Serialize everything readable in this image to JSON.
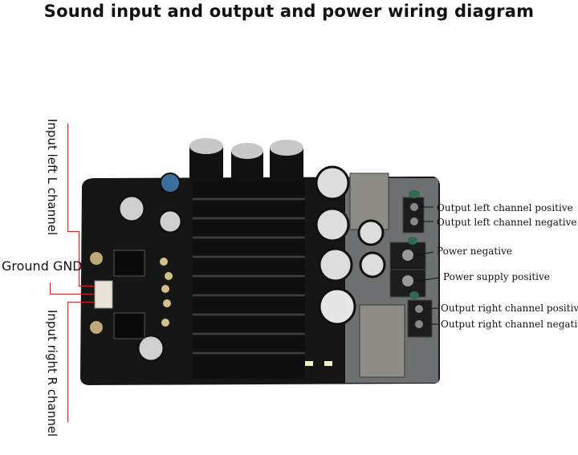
{
  "title": "Sound input and output and power wiring diagram",
  "labels": {
    "input_left": "Input left L channel",
    "ground": "Ground GND",
    "input_right": "Input right R channel",
    "out_left_pos": "Output left channel positive",
    "out_left_neg": "Output left channel negative",
    "power_neg": "Power negative",
    "power_pos": "Power supply positive",
    "out_right_pos": "Output right channel positive",
    "out_right_neg": "Output right channel negative"
  },
  "colors": {
    "pointer_line": "#d32626",
    "board": "#151515",
    "heatsink": "#111111",
    "terminal": "#1c1c1c"
  }
}
